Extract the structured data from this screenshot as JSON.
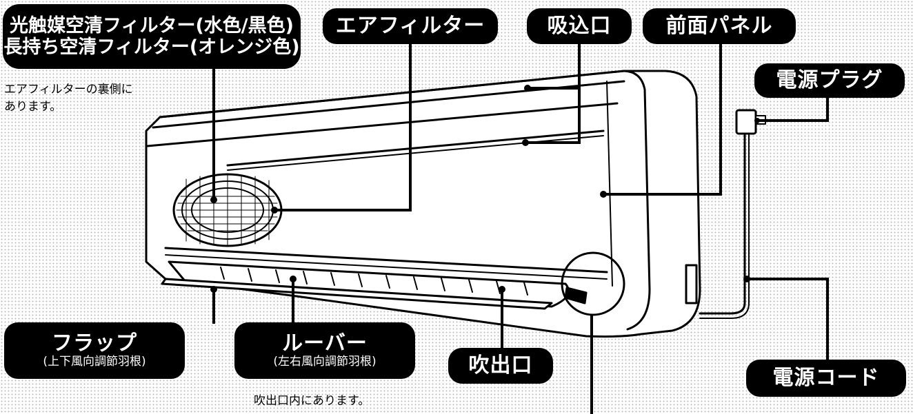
{
  "labels": {
    "filter_photocatalyst": "光触媒空清フィルター(水色/黒色)",
    "filter_longlife": "長持ち空清フィルター(オレンジ色)",
    "filter_note_1": "エアフィルターの裏側に",
    "filter_note_2": "あります。",
    "air_filter": "エアフィルター",
    "intake": "吸込口",
    "front_panel": "前面パネル",
    "power_plug": "電源プラグ",
    "flap": "フラップ",
    "flap_sub": "(上下風向調節羽根)",
    "louver": "ルーバー",
    "louver_sub": "(左右風向調節羽根)",
    "louver_note": "吹出口内にあります。",
    "outlet": "吹出口",
    "power_cord": "電源コード"
  },
  "colors": {
    "ink": "#000000",
    "label_text": "#ffffff",
    "background": "#ffffff",
    "dots": "#b9b9b9"
  }
}
